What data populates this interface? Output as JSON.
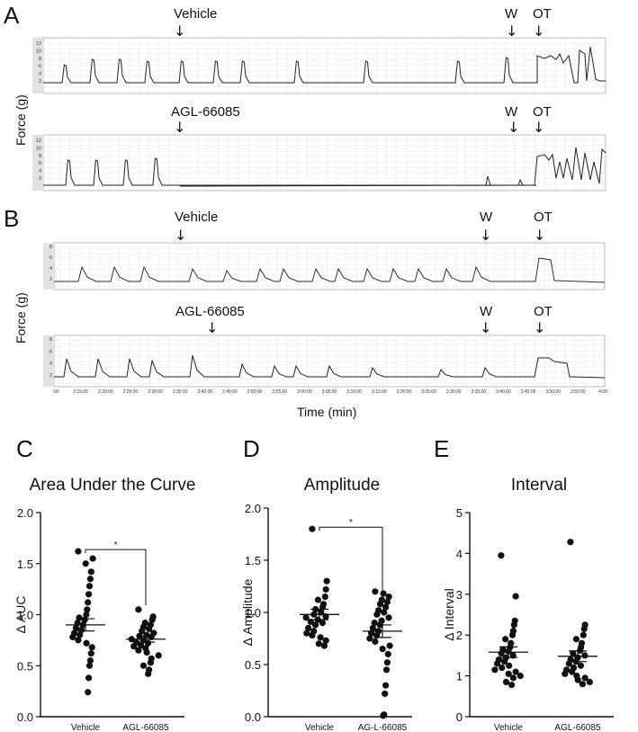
{
  "panels": {
    "A": "A",
    "B": "B",
    "C": "C",
    "D": "D",
    "E": "E"
  },
  "traces": {
    "force_label": "Force (g)",
    "time_label": "Time (min)",
    "markers": {
      "vehicle": "Vehicle",
      "agl": "AGL-66085",
      "w": "W",
      "ot": "OT"
    },
    "arrow_glyph": "↓",
    "panelA_ticks": [
      "12",
      "10",
      "8",
      "6",
      "4",
      "2"
    ],
    "panelB_ticks": [
      "8",
      "6",
      "4",
      "2"
    ],
    "time_ticks": [
      ":00",
      "2:15:00",
      "2:20:00",
      "2:25:00",
      "2:30:00",
      "2:35:00",
      "2:40:00",
      "2:45:00",
      "2:50:00",
      "2:55:00",
      "3:00:00",
      "3:05:00",
      "3:10:00",
      "3:15:00",
      "3:20:00",
      "3:25:00",
      "3:30:00",
      "3:35:00",
      "3:40:00",
      "3:45:00",
      "3:50:00",
      "3:55:00",
      "4:00"
    ]
  },
  "chart_data": [
    {
      "type": "scatter",
      "title": "Area Under the Curve",
      "ylabel": "Δ AUC",
      "categories": [
        "Vehicle",
        "AGL-66085"
      ],
      "ylim": [
        0,
        2.0
      ],
      "yticks": [
        "0.0",
        "0.5",
        "1.0",
        "1.5",
        "2.0"
      ],
      "significance": "*",
      "series": [
        {
          "values": [
            1.62,
            1.55,
            1.5,
            1.42,
            1.35,
            1.28,
            1.2,
            1.12,
            1.05,
            1.0,
            0.97,
            0.95,
            0.92,
            0.9,
            0.87,
            0.85,
            0.82,
            0.8,
            0.78,
            0.75,
            0.72,
            0.68,
            0.62,
            0.55,
            0.5,
            0.38,
            0.24
          ],
          "mean": 0.9,
          "sem": 0.06
        },
        {
          "values": [
            1.05,
            0.98,
            0.95,
            0.92,
            0.9,
            0.88,
            0.86,
            0.84,
            0.82,
            0.8,
            0.79,
            0.78,
            0.76,
            0.75,
            0.73,
            0.72,
            0.7,
            0.69,
            0.67,
            0.65,
            0.63,
            0.6,
            0.57,
            0.53,
            0.5,
            0.46,
            0.42
          ],
          "mean": 0.76,
          "sem": 0.03
        }
      ]
    },
    {
      "type": "scatter",
      "title": "Amplitude",
      "ylabel": "Δ Amplitude",
      "categories": [
        "Vehicle",
        "AG-L-66085"
      ],
      "ylim": [
        0,
        2.0
      ],
      "yticks": [
        "0.0",
        "0.5",
        "1.0",
        "1.5",
        "2.0"
      ],
      "significance": "*",
      "series": [
        {
          "values": [
            1.8,
            1.3,
            1.22,
            1.15,
            1.12,
            1.08,
            1.05,
            1.03,
            1.0,
            0.98,
            0.96,
            0.95,
            0.93,
            0.91,
            0.9,
            0.88,
            0.85,
            0.82,
            0.8,
            0.78,
            0.76,
            0.73,
            0.7,
            0.68
          ],
          "mean": 0.98,
          "sem": 0.05
        },
        {
          "values": [
            1.2,
            1.18,
            1.15,
            1.12,
            1.1,
            1.08,
            1.05,
            1.02,
            1.0,
            0.98,
            0.95,
            0.92,
            0.9,
            0.88,
            0.85,
            0.82,
            0.8,
            0.78,
            0.75,
            0.72,
            0.68,
            0.65,
            0.6,
            0.52,
            0.45,
            0.3,
            0.22,
            0.02,
            0.01
          ],
          "mean": 0.82,
          "sem": 0.06
        }
      ]
    },
    {
      "type": "scatter",
      "title": "Interval",
      "ylabel": "Δ Interval",
      "categories": [
        "Vehicle",
        "AGL-66085"
      ],
      "ylim": [
        0,
        5
      ],
      "yticks": [
        "0",
        "1",
        "2",
        "3",
        "4",
        "5"
      ],
      "series": [
        {
          "values": [
            3.95,
            2.95,
            2.35,
            2.25,
            2.1,
            2.0,
            1.9,
            1.8,
            1.7,
            1.65,
            1.6,
            1.55,
            1.5,
            1.45,
            1.4,
            1.35,
            1.3,
            1.25,
            1.2,
            1.15,
            1.1,
            1.05,
            1.0,
            0.95,
            0.85,
            0.78
          ],
          "mean": 1.58,
          "sem": 0.13
        },
        {
          "values": [
            4.28,
            2.25,
            2.15,
            2.0,
            1.9,
            1.8,
            1.7,
            1.62,
            1.55,
            1.5,
            1.45,
            1.4,
            1.35,
            1.3,
            1.25,
            1.2,
            1.15,
            1.1,
            1.05,
            1.0,
            0.95,
            0.9,
            0.85,
            0.8
          ],
          "mean": 1.48,
          "sem": 0.13
        }
      ]
    }
  ]
}
